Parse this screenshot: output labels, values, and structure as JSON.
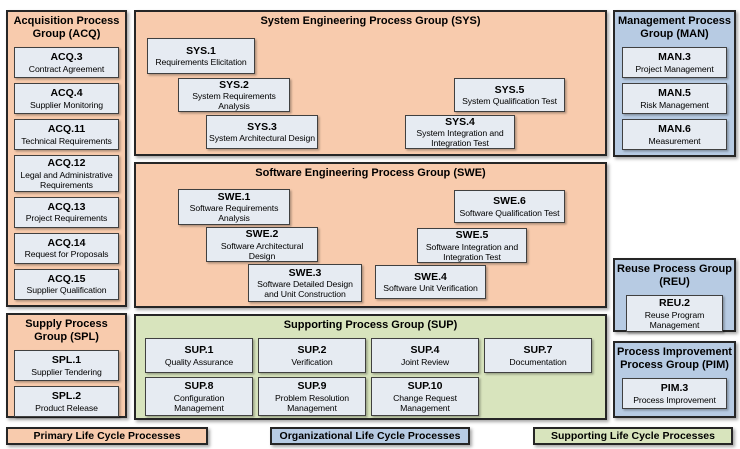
{
  "title": "Automotive SPICE Process Reference Model",
  "colors": {
    "primary_life_cycle": "#F8CBAD",
    "organizational_life_cycle": "#B7CBE3",
    "supporting_life_cycle": "#D8E4BD",
    "process_box_fill": "#E6EBF2",
    "group_border": "#262626"
  },
  "groups": {
    "acq": {
      "title": "Acquisition Process Group (ACQ)",
      "items": [
        {
          "id": "ACQ.3",
          "name": "Contract Agreement"
        },
        {
          "id": "ACQ.4",
          "name": "Supplier Monitoring"
        },
        {
          "id": "ACQ.11",
          "name": "Technical Requirements"
        },
        {
          "id": "ACQ.12",
          "name": "Legal and Administrative Requirements"
        },
        {
          "id": "ACQ.13",
          "name": "Project Requirements"
        },
        {
          "id": "ACQ.14",
          "name": "Request for Proposals"
        },
        {
          "id": "ACQ.15",
          "name": "Supplier Qualification"
        }
      ]
    },
    "spl": {
      "title": "Supply Process Group (SPL)",
      "items": [
        {
          "id": "SPL.1",
          "name": "Supplier Tendering"
        },
        {
          "id": "SPL.2",
          "name": "Product Release"
        }
      ]
    },
    "sys": {
      "title": "System Engineering Process Group (SYS)",
      "items": [
        {
          "id": "SYS.1",
          "name": "Requirements Elicitation"
        },
        {
          "id": "SYS.2",
          "name": "System Requirements Analysis"
        },
        {
          "id": "SYS.3",
          "name": "System Architectural Design"
        },
        {
          "id": "SYS.4",
          "name": "System Integration and Integration Test"
        },
        {
          "id": "SYS.5",
          "name": "System Qualification Test"
        }
      ]
    },
    "swe": {
      "title": "Software Engineering Process Group (SWE)",
      "items": [
        {
          "id": "SWE.1",
          "name": "Software Requirements Analysis"
        },
        {
          "id": "SWE.2",
          "name": "Software Architectural Design"
        },
        {
          "id": "SWE.3",
          "name": "Software Detailed Design and Unit Construction"
        },
        {
          "id": "SWE.4",
          "name": "Software Unit Verification"
        },
        {
          "id": "SWE.5",
          "name": "Software Integration and Integration Test"
        },
        {
          "id": "SWE.6",
          "name": "Software Qualification Test"
        }
      ]
    },
    "sup": {
      "title": "Supporting Process Group (SUP)",
      "items": [
        {
          "id": "SUP.1",
          "name": "Quality Assurance"
        },
        {
          "id": "SUP.2",
          "name": "Verification"
        },
        {
          "id": "SUP.4",
          "name": "Joint Review"
        },
        {
          "id": "SUP.7",
          "name": "Documentation"
        },
        {
          "id": "SUP.8",
          "name": "Configuration Management"
        },
        {
          "id": "SUP.9",
          "name": "Problem Resolution Management"
        },
        {
          "id": "SUP.10",
          "name": "Change Request Management"
        }
      ]
    },
    "man": {
      "title": "Management Process Group (MAN)",
      "items": [
        {
          "id": "MAN.3",
          "name": "Project Management"
        },
        {
          "id": "MAN.5",
          "name": "Risk Management"
        },
        {
          "id": "MAN.6",
          "name": "Measurement"
        }
      ]
    },
    "reu": {
      "title": "Reuse Process Group (REU)",
      "items": [
        {
          "id": "REU.2",
          "name": "Reuse Program Management"
        }
      ]
    },
    "pim": {
      "title": "Process Improvement Process Group (PIM)",
      "items": [
        {
          "id": "PIM.3",
          "name": "Process Improvement"
        }
      ]
    }
  },
  "legend": [
    {
      "label": "Primary Life Cycle Processes",
      "color": "#F8CBAD"
    },
    {
      "label": "Organizational Life Cycle Processes",
      "color": "#B7CBE3"
    },
    {
      "label": "Supporting Life Cycle Processes",
      "color": "#D8E4BD"
    }
  ]
}
